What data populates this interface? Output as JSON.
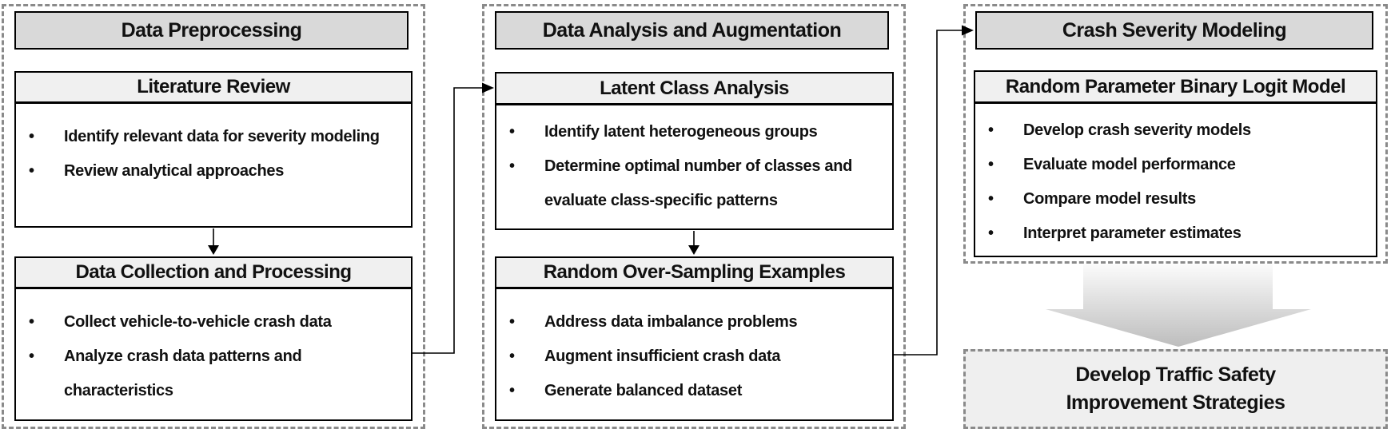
{
  "diagram": {
    "columns": [
      {
        "title": "Data Preprocessing",
        "boxes": [
          {
            "header": "Literature Review",
            "bullets": [
              "Identify relevant data for severity modeling",
              "Review analytical approaches"
            ]
          },
          {
            "header": "Data Collection and Processing",
            "bullets": [
              "Collect vehicle-to-vehicle crash data",
              "Analyze crash data patterns and characteristics"
            ]
          }
        ]
      },
      {
        "title": "Data Analysis and Augmentation",
        "boxes": [
          {
            "header": "Latent Class Analysis",
            "bullets": [
              "Identify latent heterogeneous groups",
              "Determine optimal number of classes and evaluate class-specific patterns"
            ]
          },
          {
            "header": "Random Over-Sampling Examples",
            "bullets": [
              "Address data imbalance problems",
              "Augment insufficient crash data",
              "Generate balanced dataset"
            ]
          }
        ]
      },
      {
        "title": "Crash Severity Modeling",
        "boxes": [
          {
            "header": "Random Parameter Binary Logit Model",
            "bullets": [
              "Develop crash severity models",
              "Evaluate model performance",
              "Compare model results",
              "Interpret parameter estimates"
            ]
          }
        ]
      }
    ],
    "outcome": {
      "line1": "Develop Traffic Safety",
      "line2": "Improvement Strategies"
    },
    "glyphs": {
      "bullet": "•"
    },
    "colors": {
      "column_title_bg": "#d9d9d9",
      "box_header_bg": "#f0f0f0",
      "outcome_bg": "#efefef",
      "solid_border": "#000000",
      "dashed_border": "#8a8a8a",
      "connector": "#000000",
      "big_arrow_top": "#fbfbfb",
      "big_arrow_bottom": "#bdbdbd",
      "text": "#111111"
    }
  }
}
